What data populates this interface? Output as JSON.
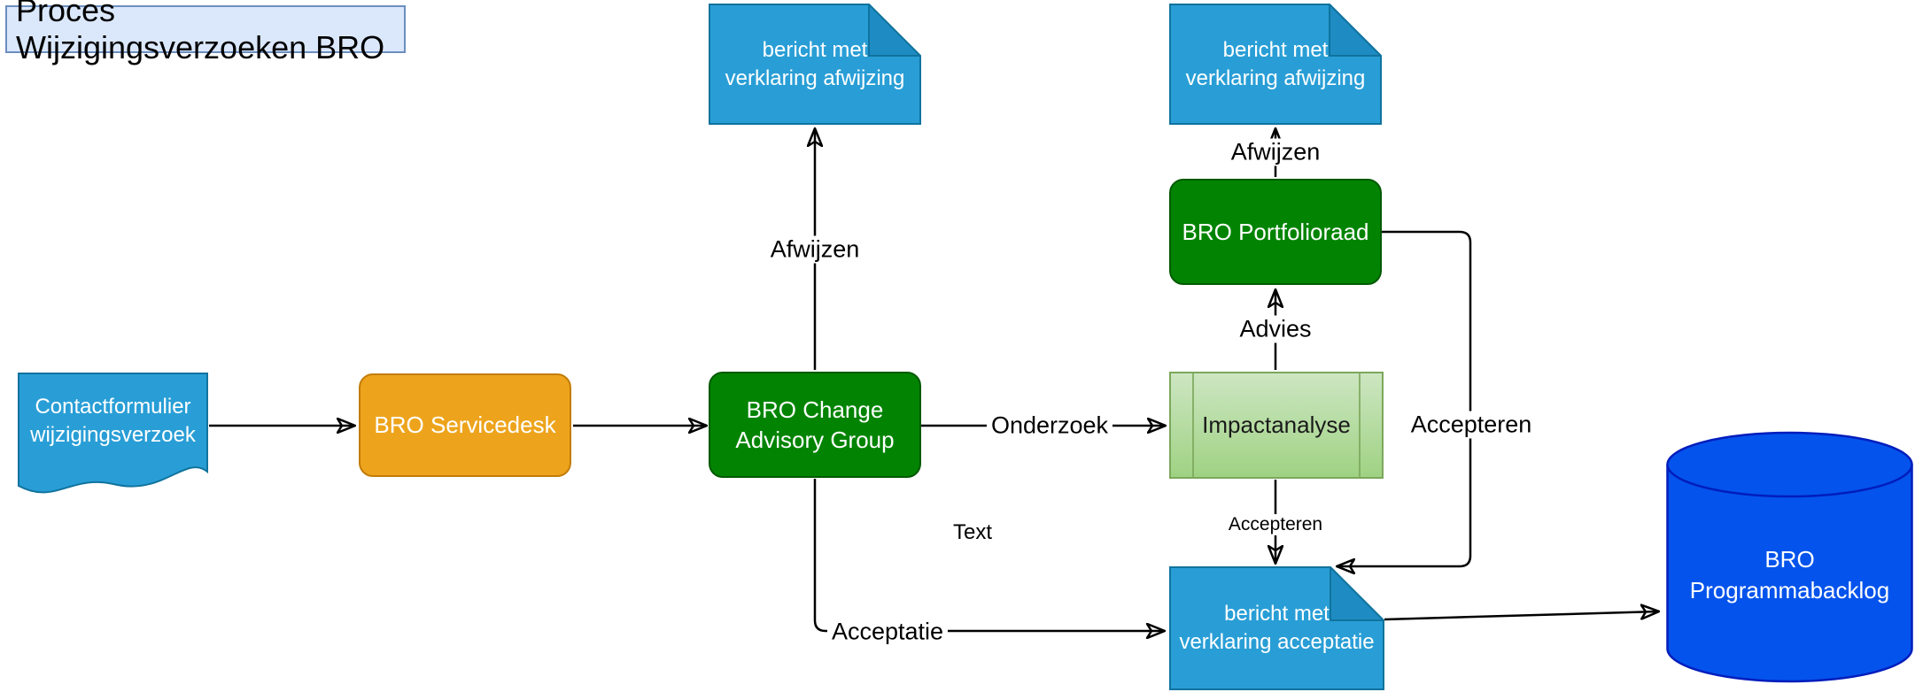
{
  "title": "Proces Wijzigingsverzoeken BRO",
  "nodes": {
    "contactformulier": {
      "label": "Contactformulier\nwijzigingsverzoek",
      "shape": "document"
    },
    "servicedesk": {
      "label": "BRO Servicedesk",
      "shape": "rounded-rectangle"
    },
    "change_advisory_group": {
      "label": "BRO Change\nAdvisory Group",
      "shape": "rounded-rectangle"
    },
    "bericht_afwijzing_1": {
      "label": "bericht met\nverklaring afwijzing",
      "shape": "note"
    },
    "bericht_afwijzing_2": {
      "label": "bericht met\nverklaring afwijzing",
      "shape": "note"
    },
    "portfolioraad": {
      "label": "BRO Portfolioraad",
      "shape": "rounded-rectangle"
    },
    "impactanalyse": {
      "label": "Impactanalyse",
      "shape": "subprocess"
    },
    "bericht_acceptatie": {
      "label": "bericht met\nverklaring acceptatie",
      "shape": "note"
    },
    "programmabacklog": {
      "label": "BRO\nProgrammabacklog",
      "shape": "cylinder"
    }
  },
  "edge_labels": {
    "afwijzen_cag": "Afwijzen",
    "afwijzen_portfolio": "Afwijzen",
    "onderzoek": "Onderzoek",
    "advies": "Advies",
    "accepteren_right": "Accepteren",
    "accepteren_small": "Accepteren",
    "acceptatie": "Acceptatie",
    "text_note": "Text"
  },
  "colors": {
    "canvas_bg": "#ffffff",
    "title_fill": "#dbe8fc",
    "title_border": "#6c8ebf",
    "doc_fill": "#299ed6",
    "doc_fold": "#1e8cc3",
    "doc_border": "#10739e",
    "doc_text": "#ffffff",
    "orange_fill": "#eda41c",
    "orange_border": "#c27c08",
    "green_fill": "#028402",
    "green_border": "#005a00",
    "green_text": "#ffffff",
    "impact_fill_top": "#cde6c2",
    "impact_fill_bottom": "#9fd283",
    "impact_border": "#7ca85c",
    "impact_text": "#1a1a1a",
    "cylinder_fill": "#0453ec",
    "cylinder_border": "#001dbc",
    "cylinder_text": "#ffffff",
    "edge_color": "#000000",
    "label_text": "#000000"
  }
}
